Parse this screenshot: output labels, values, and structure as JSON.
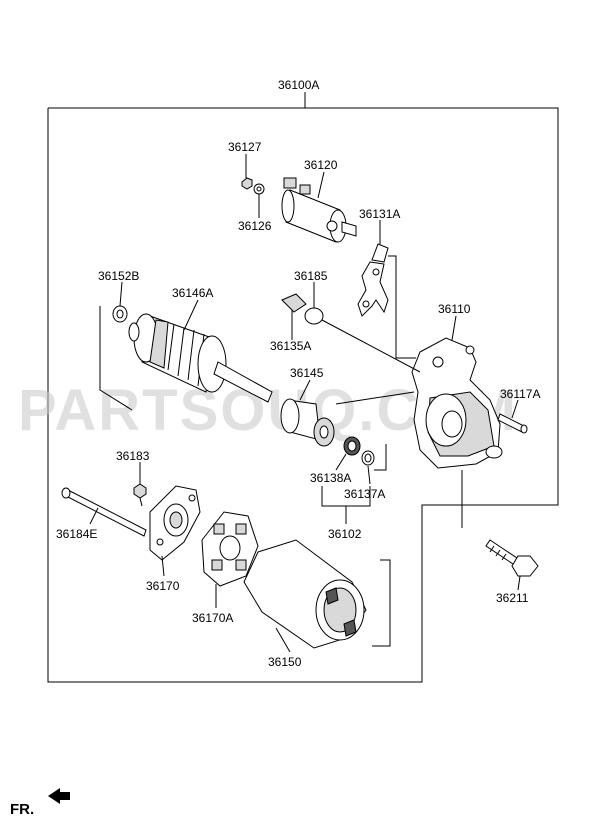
{
  "assembly_label": "36100A",
  "watermark": "PARTSOUQ.COM",
  "direction_label": "FR.",
  "parts": {
    "p36127": "36127",
    "p36120": "36120",
    "p36126": "36126",
    "p36131A": "36131A",
    "p36152B": "36152B",
    "p36146A": "36146A",
    "p36185": "36185",
    "p36110": "36110",
    "p36135A": "36135A",
    "p36145": "36145",
    "p36117A": "36117A",
    "p36183": "36183",
    "p36138A": "36138A",
    "p36137A": "36137A",
    "p36184E": "36184E",
    "p36102": "36102",
    "p36170": "36170",
    "p36211": "36211",
    "p36170A": "36170A",
    "p36150": "36150"
  }
}
